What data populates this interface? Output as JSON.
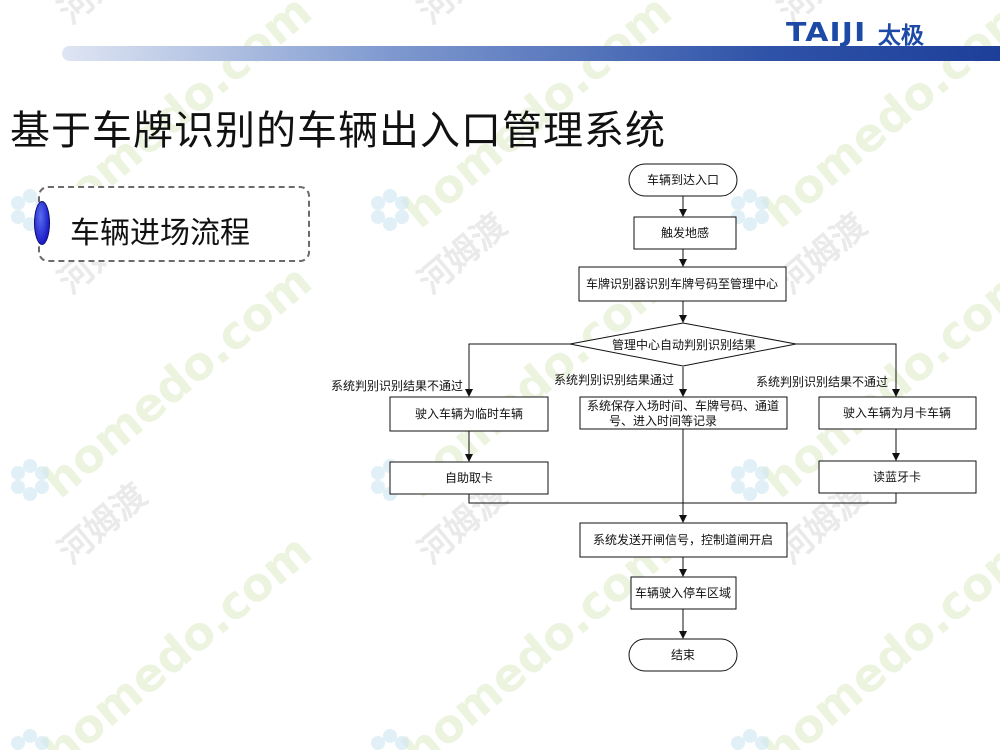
{
  "logo": {
    "latin": "TAIJI",
    "cjk": "太极"
  },
  "title": "基于车牌识别的车辆出入口管理系统",
  "section": {
    "label": "车辆进场流程"
  },
  "watermark": {
    "site": "homedo.com",
    "brand": "河姆渡"
  },
  "flowchart": {
    "nodes": {
      "start": "车辆到达入口",
      "trigger": "触发地感",
      "recognize": "车牌识别器识别车牌号码至管理中心",
      "decision": "管理中心自动判别识别结果",
      "temp": "驶入车辆为临时车辆",
      "save_line1": "系统保存入场时间、车牌号码、通道",
      "save_line2": "号、进入时间等记录",
      "monthly": "驶入车辆为月卡车辆",
      "card": "自助取卡",
      "bluetooth": "读蓝牙卡",
      "open": "系统发送开闸信号，控制道闸开启",
      "park": "车辆驶入停车区域",
      "end": "结束"
    },
    "edges": {
      "left": "系统判别识别结果不通过",
      "middle": "系统判别识别结果通过",
      "right": "系统判别识别结果不通过"
    }
  }
}
